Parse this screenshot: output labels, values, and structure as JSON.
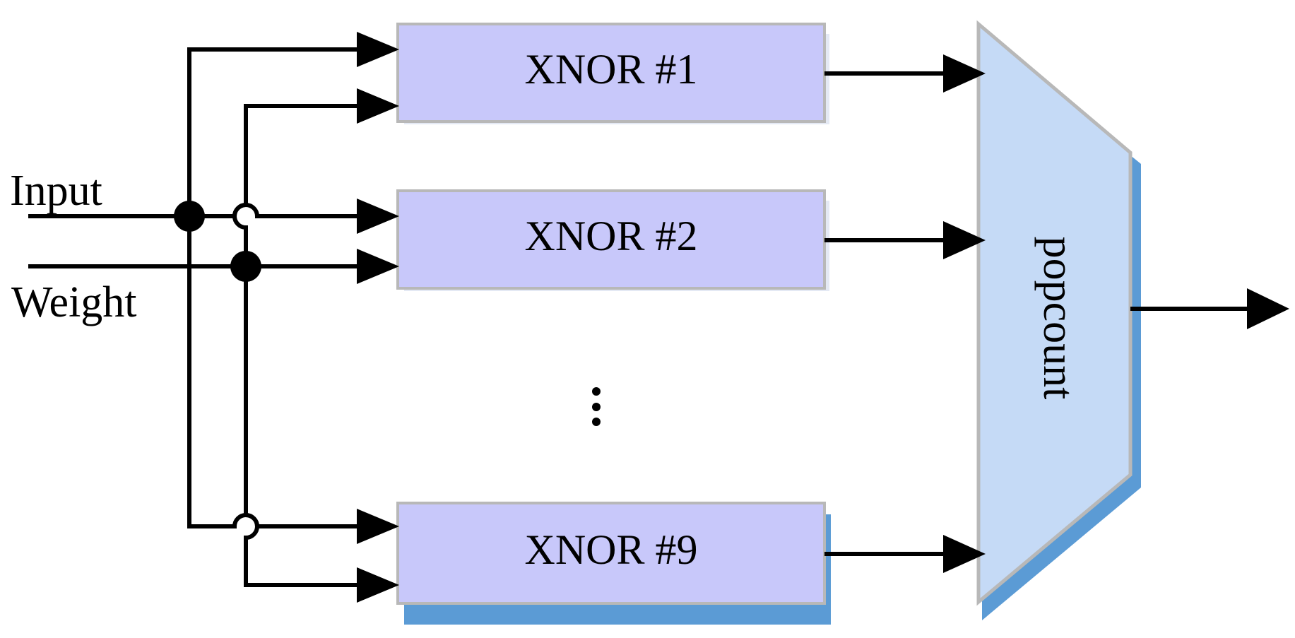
{
  "labels": {
    "input": "Input",
    "weight": "Weight",
    "gate1": "XNOR #1",
    "gate2": "XNOR #2",
    "gate9": "XNOR #9",
    "popcount": "popcount"
  },
  "colors": {
    "gate_fill": "#c8c8fa",
    "gate_border": "#b8b8b8",
    "gate_shadow_light": "#dfe7f3",
    "gate_shadow_blue": "#5b9bd5",
    "popcount_fill": "#c5daf6",
    "popcount_border": "#b8b8b8",
    "popcount_shadow": "#5b9bd5",
    "wire": "#000000"
  }
}
